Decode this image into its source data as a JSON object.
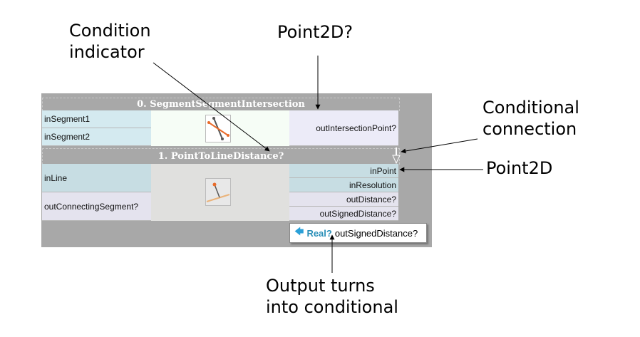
{
  "blocks": [
    {
      "title": "0. SegmentSegmentIntersection",
      "inputs": [
        "inSegment1",
        "inSegment2"
      ],
      "outputs": [
        "outIntersectionPoint?"
      ]
    },
    {
      "title": "1. PointToLineDistance?",
      "inputs": [
        "inLine"
      ],
      "outputs_left": [
        "outConnectingSegment?"
      ],
      "right_inputs": [
        "inPoint",
        "inResolution"
      ],
      "outputs": [
        "outDistance?",
        "outSignedDistance?"
      ]
    }
  ],
  "tooltip": {
    "type": "Real?",
    "name": "outSignedDistance?",
    "icon": "arrow-left-icon",
    "type_color": "#2a8fb8"
  },
  "annotations": {
    "condition_indicator": [
      "Condition",
      "indicator"
    ],
    "point2d_optional": "Point2D?",
    "conditional_connection": [
      "Conditional",
      "connection"
    ],
    "point2d": "Point2D",
    "output_conditional": [
      "Output turns",
      "into conditional"
    ]
  }
}
